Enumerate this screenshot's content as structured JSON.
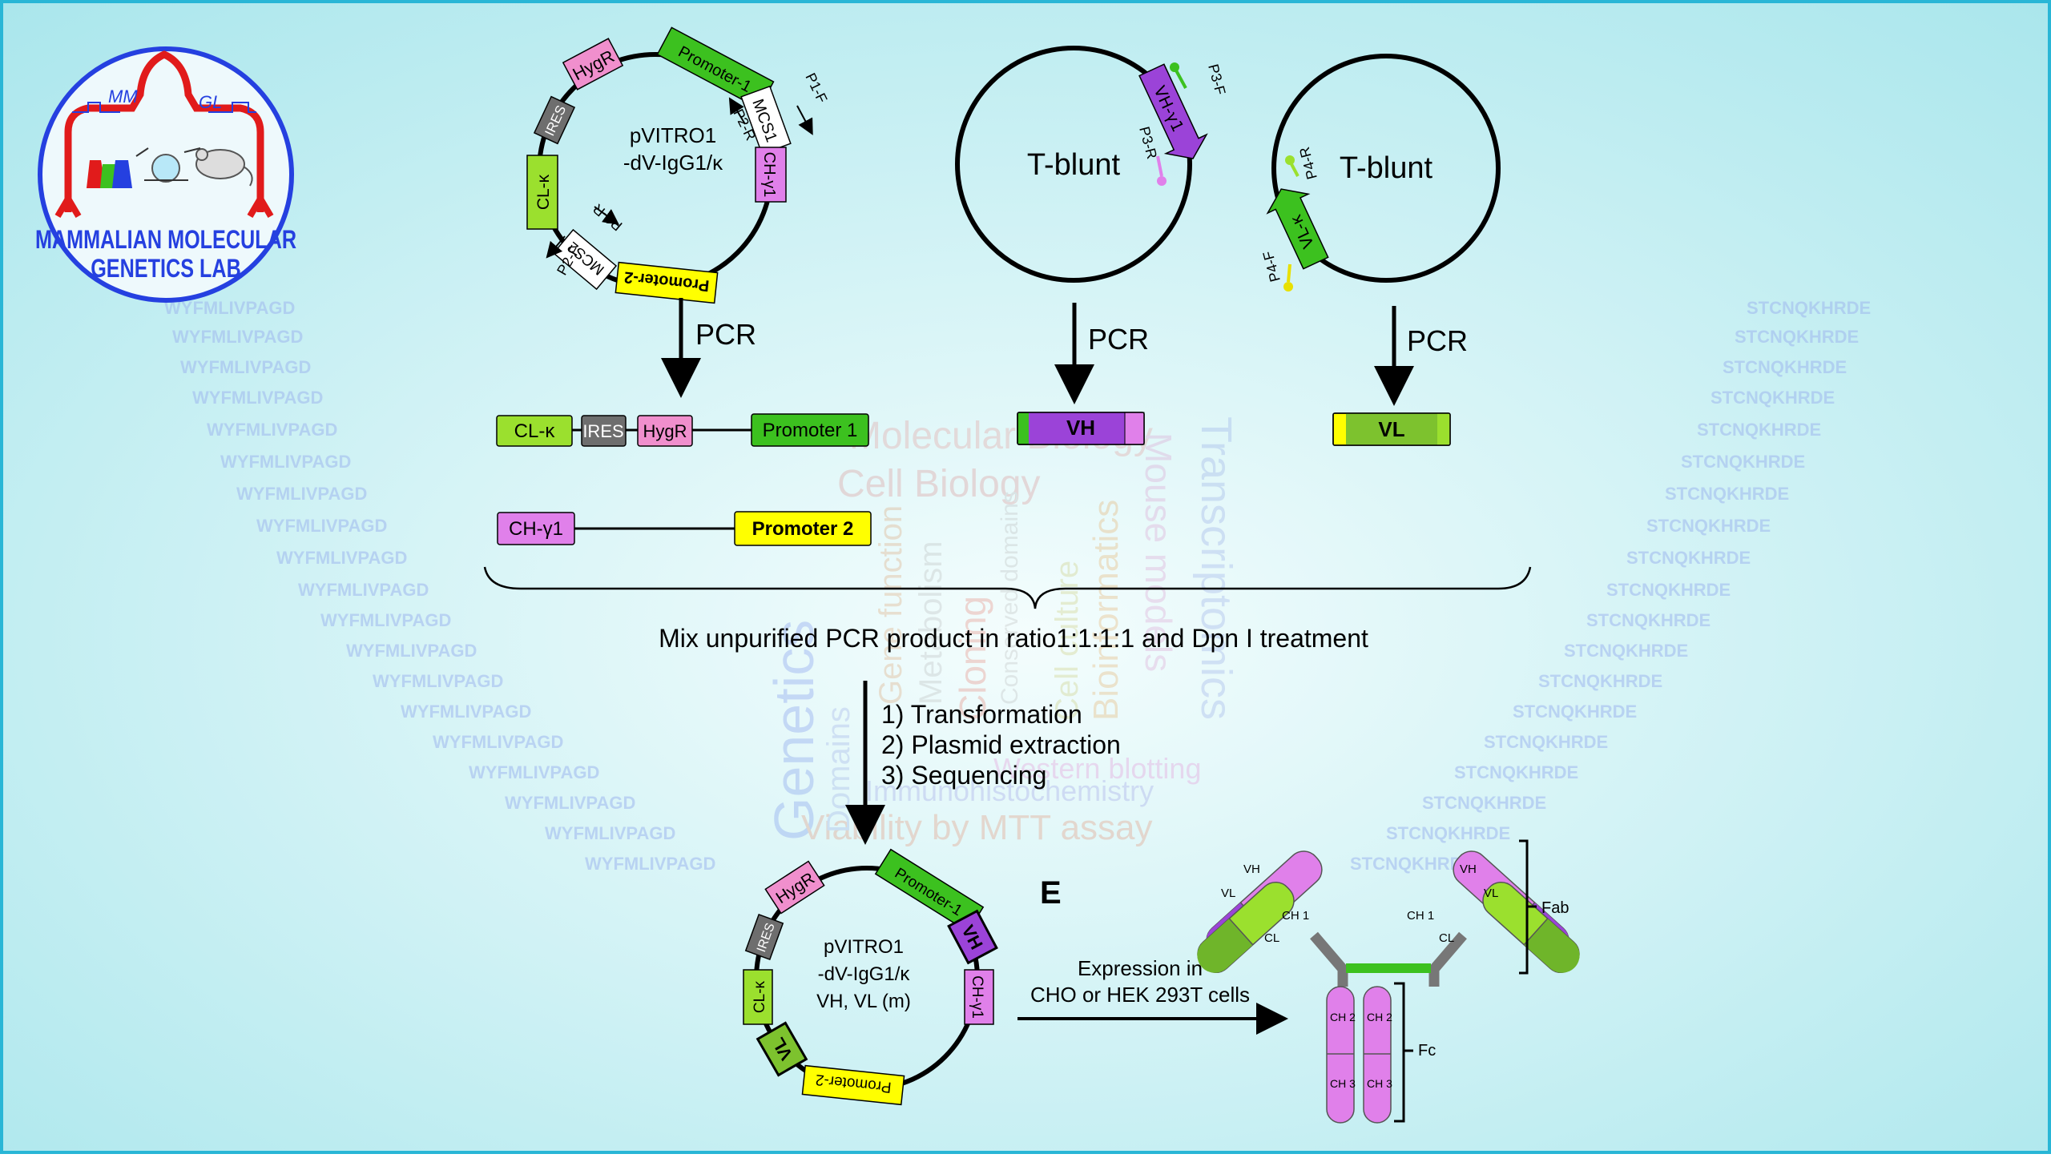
{
  "logo": {
    "line1": "MAMMALIAN MOLECULAR",
    "line2": "GENETICS LAB",
    "mark_left": "MM",
    "mark_right": "GL"
  },
  "background_words": {
    "left_seq": "WYFMLIVPAGD",
    "right_seq": "STCNQKHRDE",
    "cloud": [
      "Molecular Biology",
      "Cell Biology",
      "Genetics",
      "Transcriptomics",
      "Mouse models",
      "Bioinformatics",
      "Cell culture",
      "Cloning",
      "Metabolism",
      "Gene function",
      "Conserved domains",
      "Western blotting",
      "Immunohistochemistry",
      "Viability by MTT assay",
      "Domains"
    ]
  },
  "plasmid1": {
    "name_line1": "pVITRO1",
    "name_line2": "-dV-IgG1/κ",
    "segments": [
      "HygR",
      "Promoter-1",
      "MCS1",
      "CH-γ1",
      "Promoter-2",
      "MCS2",
      "CL-κ",
      "IRES"
    ],
    "primers": [
      "P1-F",
      "P2-R",
      "P1-R",
      "P2-F"
    ]
  },
  "plasmid_vh": {
    "name": "T-blunt",
    "insert": "VH-γ1",
    "primers": [
      "P3-F",
      "P3-R"
    ]
  },
  "plasmid_vl": {
    "name": "T-blunt",
    "insert": "VL-κ",
    "primers": [
      "P4-R",
      "P4-F"
    ]
  },
  "pcr_label": "PCR",
  "fragments": {
    "row1": [
      "CL-κ",
      "IRES",
      "HygR",
      "Promoter 1"
    ],
    "row2": [
      "CH-γ1",
      "Promoter 2"
    ],
    "vh": "VH",
    "vl": "VL"
  },
  "mix_text": "Mix unpurified PCR product in ratio1:1:1:1 and Dpn I treatment",
  "steps": [
    "1) Transformation",
    "2) Plasmid extraction",
    "3) Sequencing"
  ],
  "plasmid_final": {
    "name_line1": "pVITRO1",
    "name_line2": "-dV-IgG1/κ",
    "name_line3": "VH, VL (m)",
    "segments": [
      "HygR",
      "Promoter-1",
      "VH",
      "CH-γ1",
      "Promoter-2",
      "VL",
      "CL-κ",
      "IRES"
    ]
  },
  "panel_letter": "E",
  "expression_line1": "Expression in",
  "expression_line2": "CHO or HEK 293T cells",
  "antibody": {
    "domains": [
      "VH",
      "VL",
      "CH 1",
      "CL",
      "CH 2",
      "CH 3"
    ],
    "fab_label": "Fab",
    "fc_label": "Fc"
  },
  "colors": {
    "bg_center": "#f4fdfd",
    "bg_edge": "#a9e6ec",
    "frame": "#29b6d6",
    "green": "#3cc11f",
    "light_green": "#9be02e",
    "pink": "#f08fcd",
    "violet": "#e080ea",
    "purple": "#9b43d8",
    "yellow": "#ffff00",
    "gray": "#6e6e6e",
    "logo_blue": "#2540e0",
    "logo_red": "#e11b1b"
  }
}
